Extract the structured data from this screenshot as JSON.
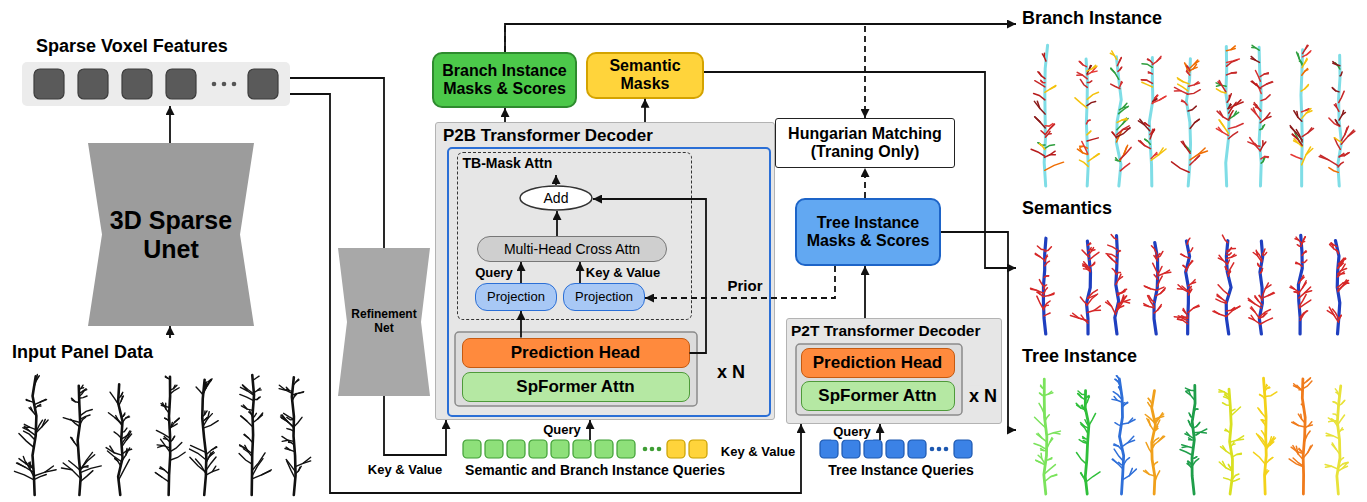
{
  "diagram": {
    "nodes": [
      {
        "text": [
          "Sparse Voxel Features"
        ]
      },
      {
        "text": [
          "3D Sparse Unet"
        ]
      },
      {
        "text": [
          "Input Panel Data"
        ]
      },
      {
        "text": [
          "Refinement Net"
        ]
      },
      {
        "text": [
          "Branch Instance Masks & Scores"
        ]
      },
      {
        "text": [
          "Semantic Masks"
        ]
      },
      {
        "text": [
          "P2B Transformer Decoder"
        ]
      },
      {
        "text": [
          "TB-Mask Attn"
        ],
        "in": 6
      },
      {
        "text": [
          "Add"
        ],
        "in": 7
      },
      {
        "text": [
          "Multi-Head Cross Attn"
        ],
        "in": 7
      },
      {
        "text": [
          "Projection"
        ],
        "in": 7
      },
      {
        "text": [
          "Projection"
        ],
        "in": 7
      },
      {
        "text": [
          "Prediction Head"
        ],
        "in": 6
      },
      {
        "text": [
          "SpFormer Attn"
        ],
        "in": 6
      },
      {
        "text": [
          "Hungarian Matching (Traning Only)"
        ]
      },
      {
        "text": [
          "Tree Instance Masks & Scores"
        ]
      },
      {
        "text": [
          "P2T Transformer Decoder"
        ]
      },
      {
        "text": [
          "Prediction Head"
        ],
        "in": 16
      },
      {
        "text": [
          "SpFormer Attn"
        ],
        "in": 16
      },
      {
        "text": [
          "Semantic and Branch Instance Queries"
        ]
      },
      {
        "text": [
          "Tree Instance Queries"
        ]
      },
      {
        "text": [
          "Branch Instance"
        ]
      },
      {
        "text": [
          "Semantics"
        ]
      },
      {
        "text": [
          "Tree Instance"
        ]
      }
    ],
    "edges": [
      {
        "from": 2,
        "to": 1,
        "arrow": "to"
      },
      {
        "from": 1,
        "to": 0,
        "arrow": "to"
      },
      {
        "from": 0,
        "to": 3,
        "arrow": "none"
      },
      {
        "from": 0,
        "to": 16,
        "arrow": "to",
        "label": "Key & Value"
      },
      {
        "from": 3,
        "to": 6,
        "arrow": "to",
        "label": "Key & Value"
      },
      {
        "from": 19,
        "to": 6,
        "arrow": "to",
        "label": "Query"
      },
      {
        "from": 20,
        "to": 16,
        "arrow": "to",
        "label": "Query"
      },
      {
        "from": 12,
        "to": 10,
        "arrow": "to"
      },
      {
        "from": 10,
        "to": 9,
        "arrow": "to",
        "label": "Query"
      },
      {
        "from": 11,
        "to": 9,
        "arrow": "to",
        "label": "Key & Value"
      },
      {
        "from": 9,
        "to": 8,
        "arrow": "to"
      },
      {
        "from": 12,
        "to": 8,
        "arrow": "to"
      },
      {
        "from": 6,
        "to": 4,
        "arrow": "to"
      },
      {
        "from": 6,
        "to": 5,
        "arrow": "to"
      },
      {
        "from": 4,
        "to": 21,
        "arrow": "to"
      },
      {
        "from": 4,
        "to": 14,
        "arrow": "to"
      },
      {
        "from": 5,
        "to": 22,
        "arrow": "to"
      },
      {
        "from": 16,
        "to": 15,
        "arrow": "to"
      },
      {
        "from": 15,
        "to": 14,
        "arrow": "to"
      },
      {
        "from": 15,
        "to": 11,
        "arrow": "to",
        "label": "Prior"
      },
      {
        "from": 15,
        "to": 23,
        "arrow": "to"
      }
    ],
    "labels": [
      "x N",
      "x N"
    ]
  }
}
